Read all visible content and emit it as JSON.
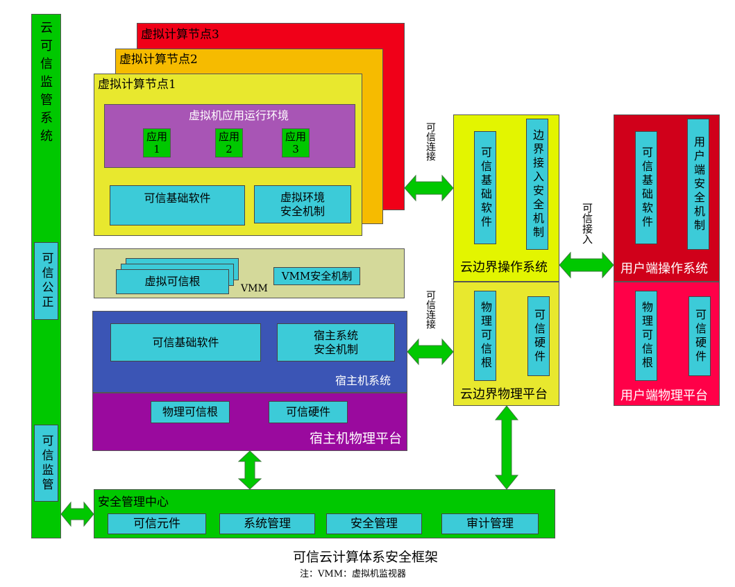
{
  "colors": {
    "monitor_green": "#00c800",
    "node3_red": "#f00018",
    "node2_orange": "#f6bb00",
    "node1_yellow": "#e8e82e",
    "purple_env": "#a855b5",
    "vmm_khaki": "#d4d99a",
    "host_blue": "#3b55b5",
    "host_platform_purple": "#9a0a9e",
    "edge_os_yellow": "#e3f500",
    "edge_platform_yellow": "#e8e82e",
    "user_os_red": "#d0001a",
    "user_platform_pink": "#ff0048",
    "component_cyan": "#3ccbd8",
    "arrow_green": "#00c800"
  },
  "left_panel": {
    "title": "云可信监管系统",
    "items": [
      "可信公正",
      "可信监管"
    ]
  },
  "virtual_nodes": {
    "node3": "虚拟计算节点3",
    "node2": "虚拟计算节点2",
    "node1": {
      "title": "虚拟计算节点1",
      "runtime_env": {
        "title": "虚拟机应用运行环境",
        "apps": [
          {
            "name": "应用",
            "num": "1"
          },
          {
            "name": "应用",
            "num": "2"
          },
          {
            "name": "应用",
            "num": "3"
          }
        ]
      },
      "trusted_base_software": "可信基础软件",
      "virtual_env_security": [
        "虚拟环境",
        "安全机制"
      ]
    }
  },
  "vmm": {
    "virtual_trust_root": "虚拟可信根",
    "label": "VMM",
    "security": "VMM安全机制"
  },
  "host_system": {
    "title": "宿主机系统",
    "trusted_base_software": "可信基础软件",
    "host_security": [
      "宿主系统",
      "安全机制"
    ]
  },
  "host_platform": {
    "title": "宿主机物理平台",
    "physical_trust_root": "物理可信根",
    "trusted_hardware": "可信硬件"
  },
  "connectors": {
    "trusted_connect_top": "可信连接",
    "trusted_connect_bottom": "可信连接",
    "trusted_access": "可信接入"
  },
  "edge_os": {
    "title": "云边界操作系统",
    "trusted_base_software": "可信基础软件",
    "edge_access_security": "边界接入安全机制"
  },
  "edge_platform": {
    "title": "云边界物理平台",
    "physical_trust_root": "物理可信根",
    "trusted_hardware": "可信硬件"
  },
  "user_os": {
    "title": "用户端操作系统",
    "trusted_base_software": "可信基础软件",
    "user_security": "用户端安全机制"
  },
  "user_platform": {
    "title": "用户端物理平台",
    "physical_trust_root": "物理可信根",
    "trusted_hardware": "可信硬件"
  },
  "security_center": {
    "title": "安全管理中心",
    "items": [
      "可信元件",
      "系统管理",
      "安全管理",
      "审计管理"
    ]
  },
  "caption": {
    "title": "可信云计算体系安全框架",
    "note": "注：VMM：虚拟机监视器"
  }
}
